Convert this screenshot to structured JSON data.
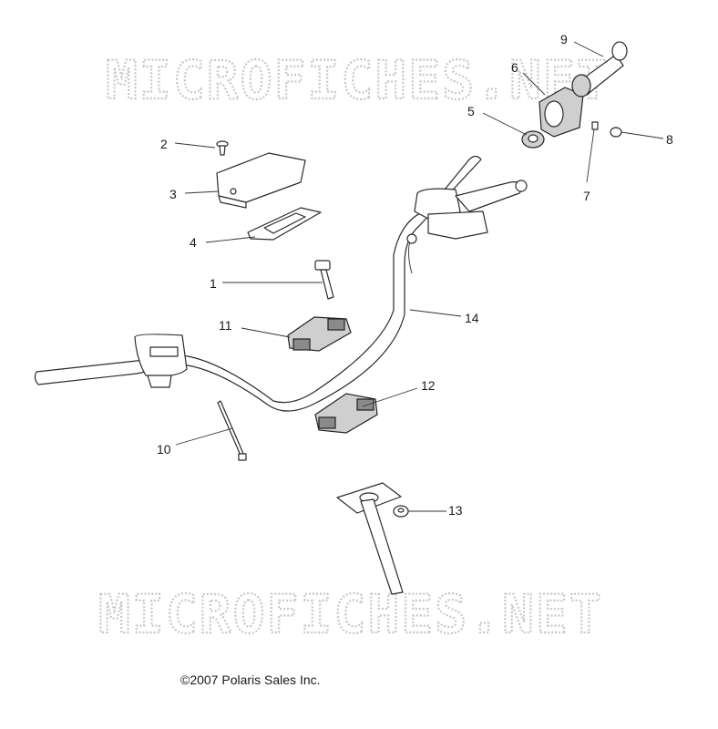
{
  "watermarks": {
    "top": "MICROFICHES.NET",
    "bottom": "MICROFICHES.NET"
  },
  "callouts": [
    "1",
    "2",
    "3",
    "4",
    "5",
    "6",
    "7",
    "8",
    "9",
    "10",
    "11",
    "12",
    "13",
    "14"
  ],
  "copyright": "©2007 Polaris Sales Inc."
}
